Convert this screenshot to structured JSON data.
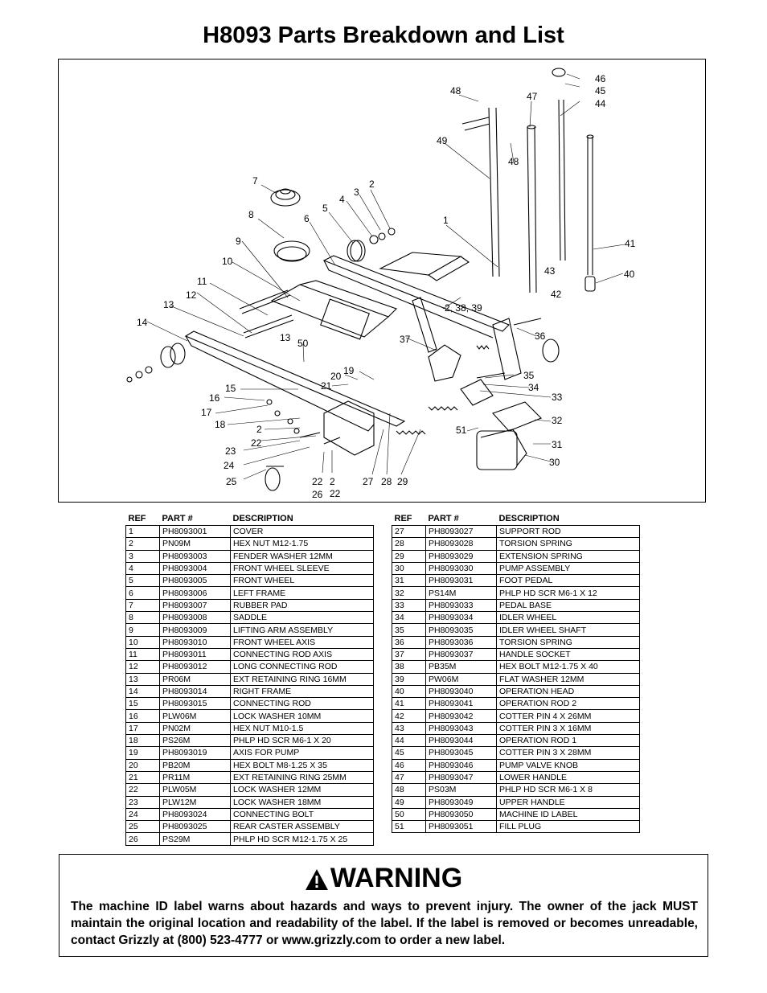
{
  "title": "H8093 Parts Breakdown and List",
  "diagram": {
    "callouts": [
      "46",
      "45",
      "44",
      "48",
      "47",
      "49",
      "48",
      "7",
      "2",
      "3",
      "4",
      "5",
      "8",
      "6",
      "1",
      "9",
      "41",
      "10",
      "43",
      "40",
      "11",
      "42",
      "12",
      "13",
      "2, 38, 39",
      "14",
      "13",
      "50",
      "37",
      "36",
      "20",
      "19",
      "35",
      "21",
      "34",
      "15",
      "16",
      "33",
      "17",
      "18",
      "2",
      "32",
      "22",
      "51",
      "31",
      "23",
      "30",
      "24",
      "25",
      "22",
      "2",
      "27",
      "28",
      "29",
      "26",
      "22"
    ]
  },
  "table": {
    "headers": [
      "REF",
      "PART #",
      "DESCRIPTION"
    ],
    "left": [
      [
        "1",
        "PH8093001",
        "COVER"
      ],
      [
        "2",
        "PN09M",
        "HEX NUT M12-1.75"
      ],
      [
        "3",
        "PH8093003",
        "FENDER WASHER 12MM"
      ],
      [
        "4",
        "PH8093004",
        "FRONT WHEEL SLEEVE"
      ],
      [
        "5",
        "PH8093005",
        "FRONT WHEEL"
      ],
      [
        "6",
        "PH8093006",
        "LEFT FRAME"
      ],
      [
        "7",
        "PH8093007",
        "RUBBER PAD"
      ],
      [
        "8",
        "PH8093008",
        "SADDLE"
      ],
      [
        "9",
        "PH8093009",
        "LIFTING ARM ASSEMBLY"
      ],
      [
        "10",
        "PH8093010",
        "FRONT WHEEL AXIS"
      ],
      [
        "11",
        "PH8093011",
        "CONNECTING ROD AXIS"
      ],
      [
        "12",
        "PH8093012",
        "LONG CONNECTING ROD"
      ],
      [
        "13",
        "PR06M",
        "EXT RETAINING RING 16MM"
      ],
      [
        "14",
        "PH8093014",
        "RIGHT FRAME"
      ],
      [
        "15",
        "PH8093015",
        "CONNECTING ROD"
      ],
      [
        "16",
        "PLW06M",
        "LOCK WASHER 10MM"
      ],
      [
        "17",
        "PN02M",
        "HEX NUT M10-1.5"
      ],
      [
        "18",
        "PS26M",
        "PHLP HD SCR M6-1 X 20"
      ],
      [
        "19",
        "PH8093019",
        "AXIS FOR PUMP"
      ],
      [
        "20",
        "PB20M",
        "HEX BOLT M8-1.25 X 35"
      ],
      [
        "21",
        "PR11M",
        "EXT RETAINING RING 25MM"
      ],
      [
        "22",
        "PLW05M",
        "LOCK WASHER 12MM"
      ],
      [
        "23",
        "PLW12M",
        "LOCK WASHER 18MM"
      ],
      [
        "24",
        "PH8093024",
        "CONNECTING BOLT"
      ],
      [
        "25",
        "PH8093025",
        "REAR CASTER ASSEMBLY"
      ],
      [
        "26",
        "PS29M",
        "PHLP HD SCR M12-1.75 X 25"
      ]
    ],
    "right": [
      [
        "27",
        "PH8093027",
        "SUPPORT ROD"
      ],
      [
        "28",
        "PH8093028",
        "TORSION SPRING"
      ],
      [
        "29",
        "PH8093029",
        "EXTENSION SPRING"
      ],
      [
        "30",
        "PH8093030",
        "PUMP ASSEMBLY"
      ],
      [
        "31",
        "PH8093031",
        "FOOT PEDAL"
      ],
      [
        "32",
        "PS14M",
        "PHLP HD SCR M6-1 X 12"
      ],
      [
        "33",
        "PH8093033",
        "PEDAL BASE"
      ],
      [
        "34",
        "PH8093034",
        "IDLER WHEEL"
      ],
      [
        "35",
        "PH8093035",
        "IDLER WHEEL SHAFT"
      ],
      [
        "36",
        "PH8093036",
        "TORSION SPRING"
      ],
      [
        "37",
        "PH8093037",
        "HANDLE SOCKET"
      ],
      [
        "38",
        "PB35M",
        "HEX BOLT M12-1.75 X 40"
      ],
      [
        "39",
        "PW06M",
        "FLAT WASHER 12MM"
      ],
      [
        "40",
        "PH8093040",
        "OPERATION HEAD"
      ],
      [
        "41",
        "PH8093041",
        "OPERATION ROD 2"
      ],
      [
        "42",
        "PH8093042",
        "COTTER PIN 4 X 26MM"
      ],
      [
        "43",
        "PH8093043",
        "COTTER PIN 3 X 16MM"
      ],
      [
        "44",
        "PH8093044",
        "OPERATION ROD 1"
      ],
      [
        "45",
        "PH8093045",
        "COTTER PIN 3 X 28MM"
      ],
      [
        "46",
        "PH8093046",
        "PUMP VALVE KNOB"
      ],
      [
        "47",
        "PH8093047",
        "LOWER HANDLE"
      ],
      [
        "48",
        "PS03M",
        "PHLP HD SCR M6-1 X 8"
      ],
      [
        "49",
        "PH8093049",
        "UPPER HANDLE"
      ],
      [
        "50",
        "PH8093050",
        "MACHINE ID LABEL"
      ],
      [
        "51",
        "PH8093051",
        "FILL PLUG"
      ]
    ]
  },
  "warning": {
    "icon": "warning-triangle-icon",
    "heading": "WARNING",
    "text": "The machine ID label warns about hazards and ways to prevent injury. The owner of the jack MUST maintain the original location and readability of the label. If the label is removed or becomes unreadable, contact Grizzly at (800) 523-4777 or www.grizzly.com to order a new label."
  }
}
